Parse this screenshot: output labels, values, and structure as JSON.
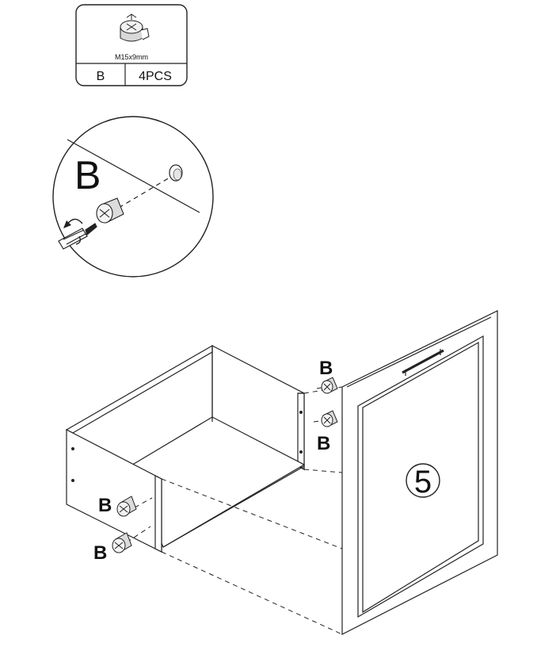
{
  "parts_box": {
    "size_label": "M15x9mm",
    "part_letter": "B",
    "quantity": "4PCS"
  },
  "detail": {
    "letter": "B"
  },
  "assembly": {
    "callout_letter": "B",
    "door_number": "5"
  }
}
